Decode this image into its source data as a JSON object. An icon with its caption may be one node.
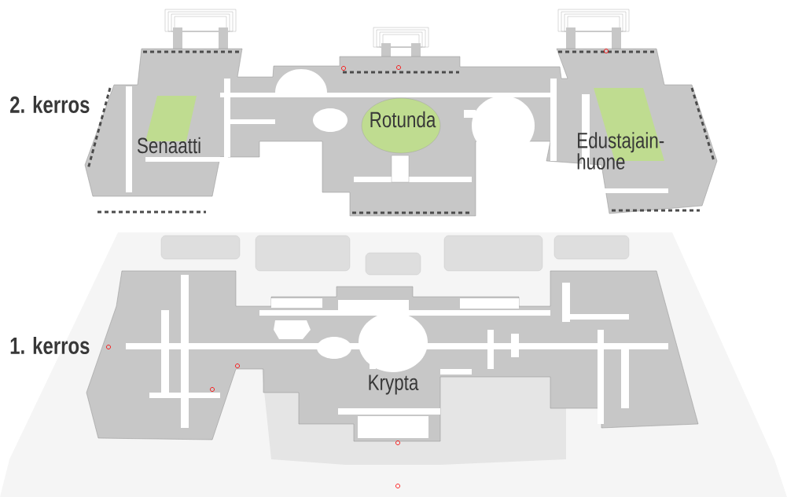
{
  "diagram": {
    "labels": [
      "2. kerros",
      "Senaatti",
      "Rotunda",
      "Edustajain- huone",
      "1. kerros",
      "Krypta"
    ]
  }
}
